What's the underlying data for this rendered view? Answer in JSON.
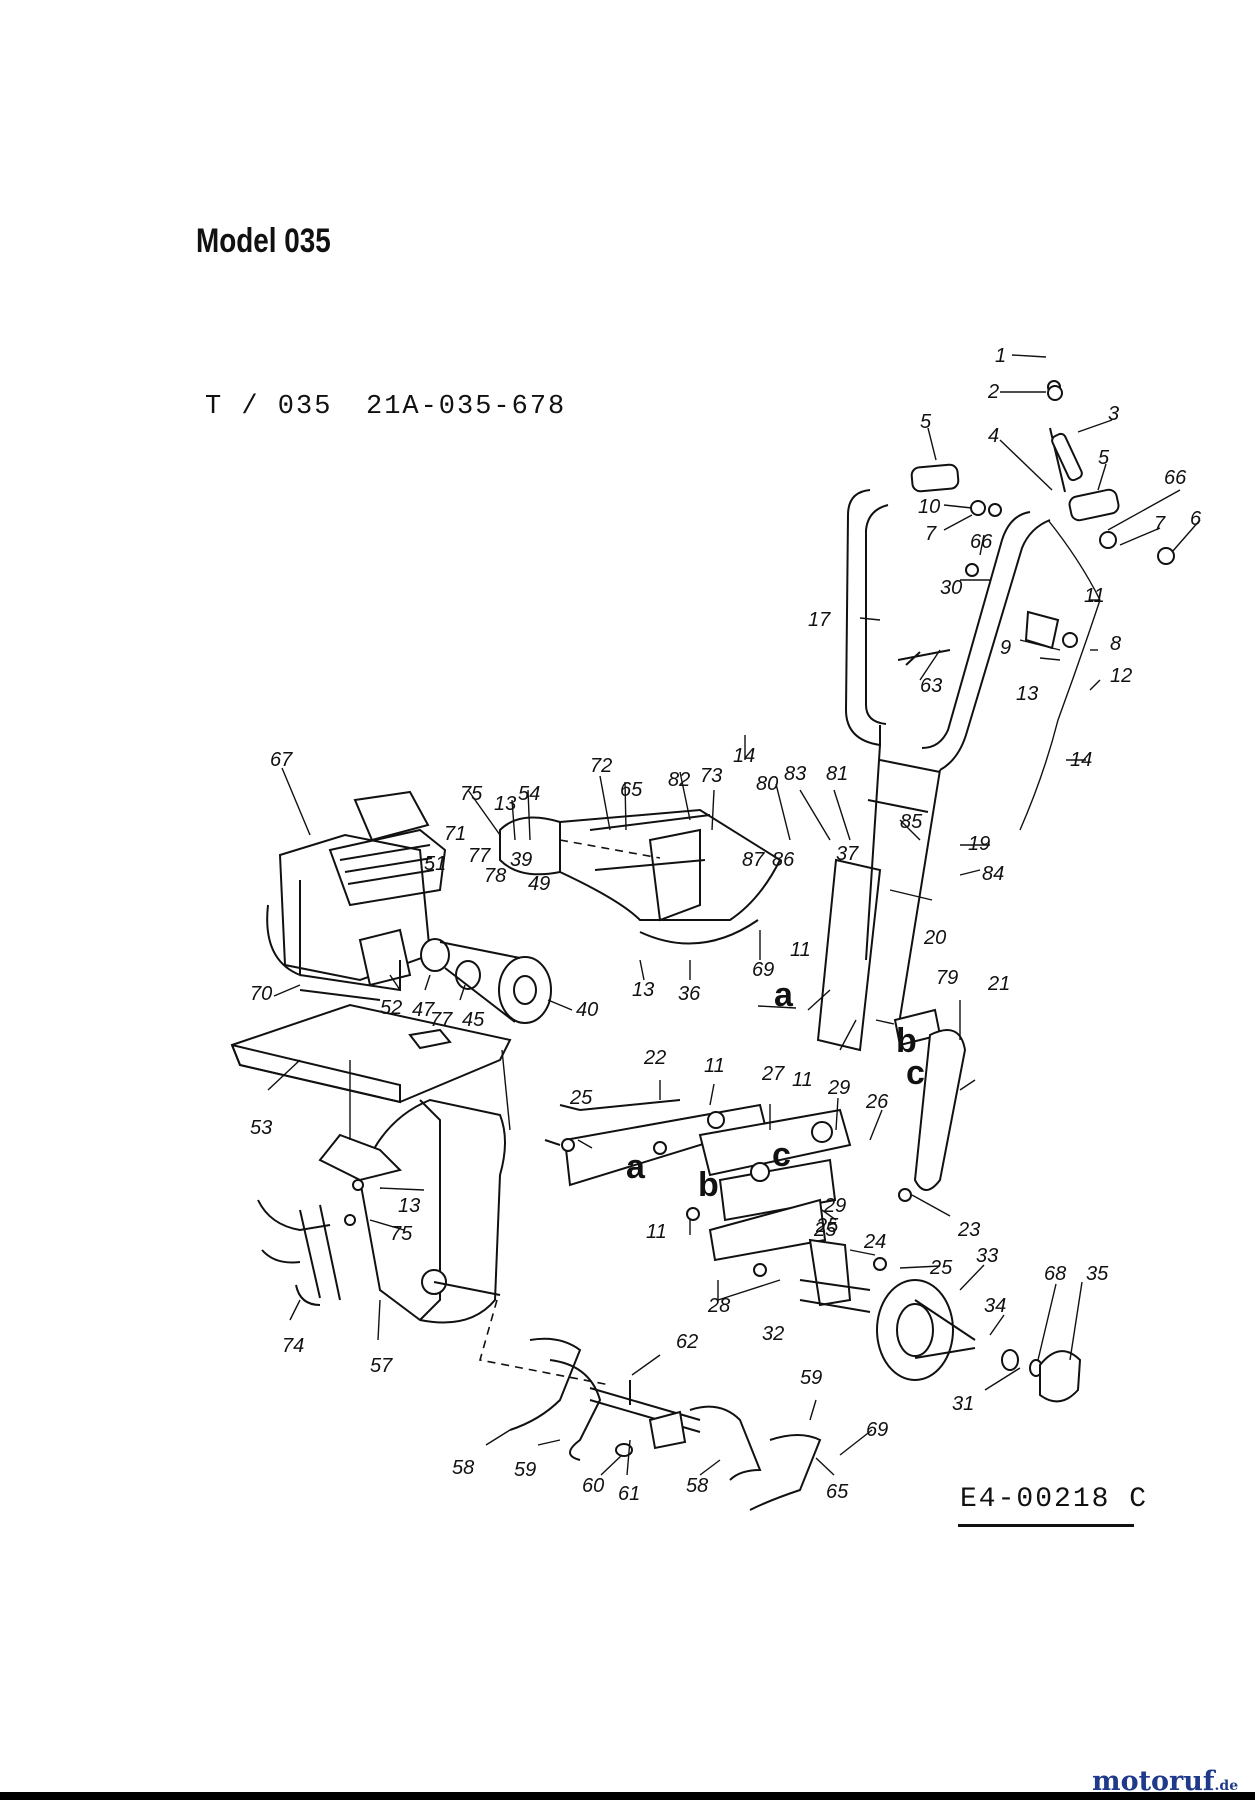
{
  "header": {
    "title": "Model 035",
    "model_code": "T / 035",
    "part_number": "21A-035-678"
  },
  "diagram_code": "E4-00218 C",
  "watermark": {
    "brand": "motoruf",
    "suffix": ".de"
  },
  "callouts": [
    "1",
    "2",
    "3",
    "4",
    "5",
    "5",
    "66",
    "10",
    "7",
    "7",
    "66",
    "6",
    "30",
    "11",
    "8",
    "9",
    "12",
    "13",
    "14",
    "17",
    "63",
    "67",
    "75",
    "13",
    "54",
    "72",
    "65",
    "82",
    "73",
    "14",
    "80",
    "83",
    "81",
    "85",
    "19",
    "71",
    "77",
    "78",
    "39",
    "51",
    "49",
    "87",
    "86",
    "37",
    "84",
    "20",
    "70",
    "52",
    "47",
    "77",
    "45",
    "40",
    "13",
    "36",
    "69",
    "11",
    "11",
    "79",
    "53",
    "22",
    "11",
    "27",
    "29",
    "26",
    "25",
    "23",
    "28",
    "25",
    "11",
    "29",
    "25",
    "24",
    "25",
    "33",
    "68",
    "35",
    "34",
    "32",
    "31",
    "13",
    "75",
    "74",
    "57",
    "62",
    "59",
    "69",
    "58",
    "59",
    "60",
    "61",
    "58",
    "65",
    "21"
  ],
  "section_letters": [
    "a",
    "a",
    "b",
    "b",
    "c",
    "c"
  ]
}
